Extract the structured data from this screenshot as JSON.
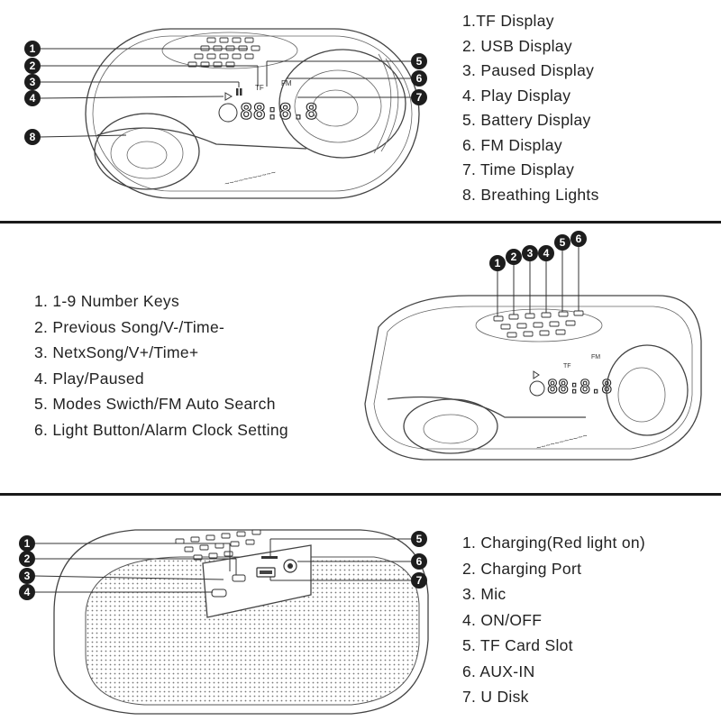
{
  "panel1": {
    "legend": [
      "1.TF Display",
      "2. USB Display",
      "3. Paused  Display",
      "4. Play Display",
      "5. Battery Display",
      "6. FM Display",
      "7. Time  Display",
      "8. Breathing Lights"
    ],
    "callouts": [
      "1",
      "2",
      "3",
      "4",
      "5",
      "6",
      "7",
      "8"
    ],
    "display_icons": {
      "tf": "TF",
      "fm": "FM",
      "digits": "88:8.8"
    }
  },
  "panel2": {
    "legend": [
      "1. 1-9 Number Keys",
      "2. Previous Song/V-/Time-",
      "3. NetxSong/V+/Time+",
      "4. Play/Paused",
      "5. Modes Swicth/FM Auto Search",
      "6. Light Button/Alarm Clock Setting"
    ],
    "callouts": [
      "1",
      "2",
      "3",
      "4",
      "5",
      "6"
    ],
    "display_icons": {
      "tf": "TF",
      "fm": "FM",
      "digits": "88:8.8"
    }
  },
  "panel3": {
    "legend": [
      "1. Charging(Red light on)",
      "2. Charging Port",
      "3. Mic",
      "4. ON/OFF",
      "5. TF Card Slot",
      "6. AUX-IN",
      "7. U Disk"
    ],
    "callouts": [
      "1",
      "2",
      "3",
      "4",
      "5",
      "6",
      "7"
    ]
  },
  "colors": {
    "ink": "#1d1d1d",
    "divider": "#1a1a1a",
    "background": "#ffffff"
  }
}
